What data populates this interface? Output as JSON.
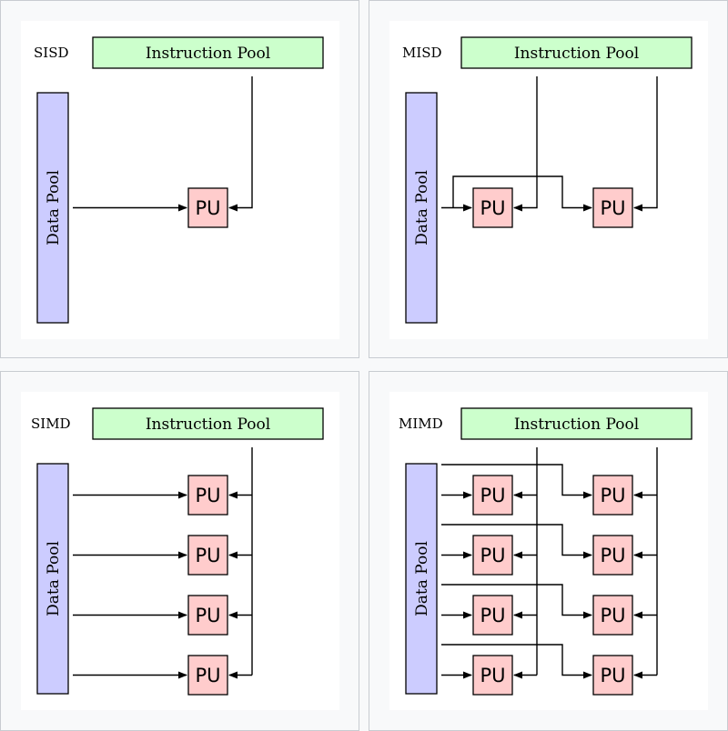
{
  "colors": {
    "instruction_pool_fill": "#ccffcc",
    "data_pool_fill": "#ccccff",
    "pu_fill": "#ffcccc",
    "outline": "#000000",
    "panel_bg": "#f8f9fa",
    "panel_border": "#c8ccd1",
    "canvas_bg": "#ffffff"
  },
  "panels": [
    {
      "id": "sisd",
      "title": "SISD",
      "instruction_pool_label": "Instruction Pool",
      "data_pool_label": "Data Pool",
      "pu_label": "PU",
      "instruction_streams": 1,
      "data_streams": 1
    },
    {
      "id": "misd",
      "title": "MISD",
      "instruction_pool_label": "Instruction Pool",
      "data_pool_label": "Data Pool",
      "pu_label": "PU",
      "instruction_streams": 2,
      "data_streams": 1
    },
    {
      "id": "simd",
      "title": "SIMD",
      "instruction_pool_label": "Instruction Pool",
      "data_pool_label": "Data Pool",
      "pu_label": "PU",
      "instruction_streams": 1,
      "data_streams": 4
    },
    {
      "id": "mimd",
      "title": "MIMD",
      "instruction_pool_label": "Instruction Pool",
      "data_pool_label": "Data Pool",
      "pu_label": "PU",
      "instruction_streams": 2,
      "data_streams": 4
    }
  ]
}
